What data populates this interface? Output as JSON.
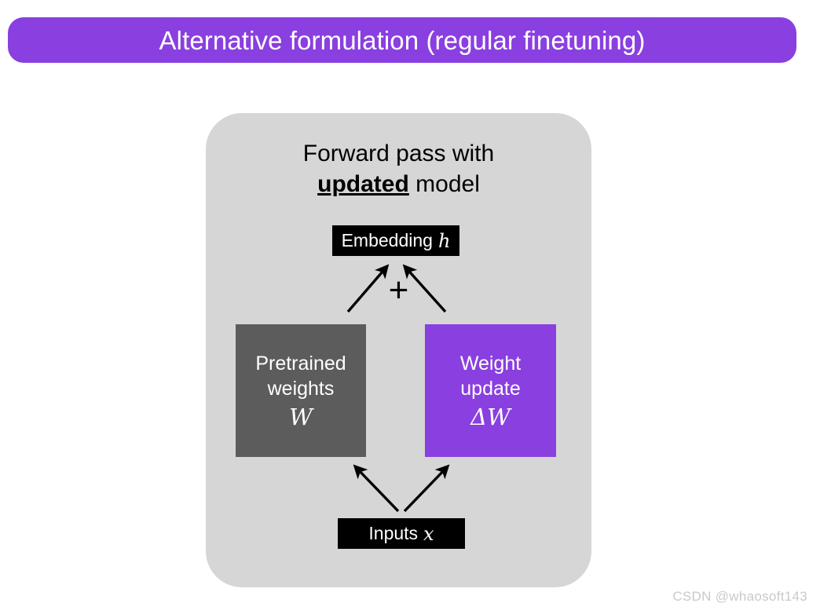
{
  "slide": {
    "title": "Alternative formulation (regular finetuning)",
    "title_bar_color": "#8A3FE0",
    "background_color": "#FFFFFF"
  },
  "diagram": {
    "panel_color": "#D6D6D6",
    "heading": {
      "line1": "Forward pass with",
      "line2_emphasis": "updated",
      "line2_rest": " model"
    },
    "embedding_node": {
      "label": "Embedding",
      "variable": "h",
      "fill": "#000000",
      "text_color": "#FFFFFF"
    },
    "inputs_node": {
      "label": "Inputs",
      "variable": "x",
      "fill": "#000000",
      "text_color": "#FFFFFF"
    },
    "pretrained_node": {
      "line1": "Pretrained",
      "line2": "weights",
      "variable": "W",
      "fill": "#5C5C5C",
      "text_color": "#FFFFFF"
    },
    "weight_update_node": {
      "line1": "Weight",
      "line2": "update",
      "variable": "ΔW",
      "fill": "#8A3FE0",
      "text_color": "#FFFFFF"
    },
    "operator": "+",
    "arrows": [
      {
        "name": "pretrained-to-embedding",
        "direction": "up-right"
      },
      {
        "name": "weight-update-to-embedding",
        "direction": "up-left"
      },
      {
        "name": "inputs-to-pretrained",
        "direction": "up-left"
      },
      {
        "name": "inputs-to-weight-update",
        "direction": "up-right"
      }
    ]
  },
  "watermark": {
    "text": "CSDN @whaosoft143"
  }
}
